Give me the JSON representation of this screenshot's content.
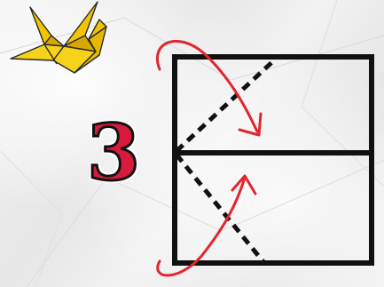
{
  "step": {
    "number": "3"
  },
  "crane": {
    "icon": "origami-crane-icon",
    "colors": {
      "fill": "#f2c500",
      "shade": "#c99a00",
      "outline": "#2a2a2a"
    }
  },
  "diagram": {
    "line_color": "#111111",
    "arrow_color": "#e0262e",
    "fold_lines": [
      "diagonal-fold-top",
      "diagonal-fold-bottom"
    ]
  }
}
